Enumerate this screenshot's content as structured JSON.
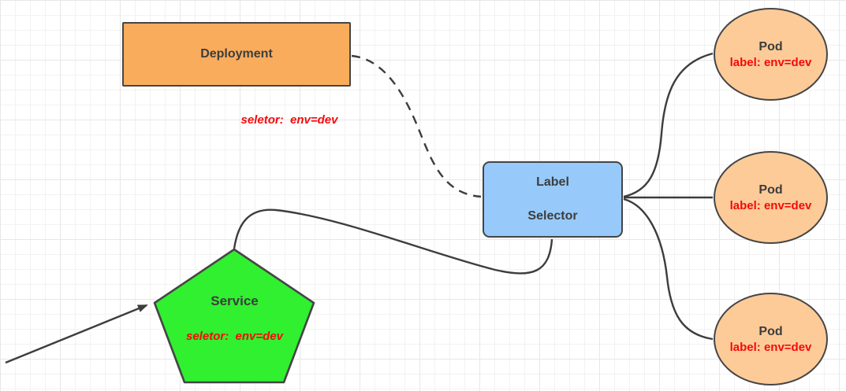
{
  "diagram": {
    "deployment": {
      "label": "Deployment",
      "note": "seletor:  env=dev"
    },
    "label_selector": {
      "line1": "Label",
      "line2": "Selector"
    },
    "service": {
      "label": "Service",
      "note": "seletor:  env=dev"
    },
    "pods": [
      {
        "title": "Pod",
        "badge": "label: env=dev"
      },
      {
        "title": "Pod",
        "badge": "label: env=dev"
      },
      {
        "title": "Pod",
        "badge": "label: env=dev"
      }
    ],
    "edges": [
      {
        "name": "deployment-to-label-selector",
        "from": "Deployment",
        "to": "Label Selector",
        "style": "dashed-curve"
      },
      {
        "name": "service-to-label-selector",
        "from": "Service",
        "to": "Label Selector",
        "style": "solid-curve"
      },
      {
        "name": "label-selector-to-pod-1",
        "from": "Label Selector",
        "to": "Pod 1",
        "style": "solid-curve"
      },
      {
        "name": "label-selector-to-pod-2",
        "from": "Label Selector",
        "to": "Pod 2",
        "style": "solid-straight"
      },
      {
        "name": "label-selector-to-pod-3",
        "from": "Label Selector",
        "to": "Pod 3",
        "style": "solid-curve"
      },
      {
        "name": "arrow-into-service",
        "from": "off-canvas-bottom-left",
        "to": "Service",
        "style": "solid-arrowhead"
      }
    ],
    "colors": {
      "deployment_fill": "#FAAC5D",
      "selector_fill": "#97CAFA",
      "service_fill": "#30F030",
      "pod_fill": "#FDCB98",
      "shape_border": "#454545",
      "edge_stroke": "#3D3D3D",
      "note_red": "#F50A0A",
      "text_dark": "#3D3D3D",
      "grid_minor": "#F2F2F2",
      "grid_major": "#E7E7E7",
      "canvas_bg": "#FFFFFF"
    }
  }
}
